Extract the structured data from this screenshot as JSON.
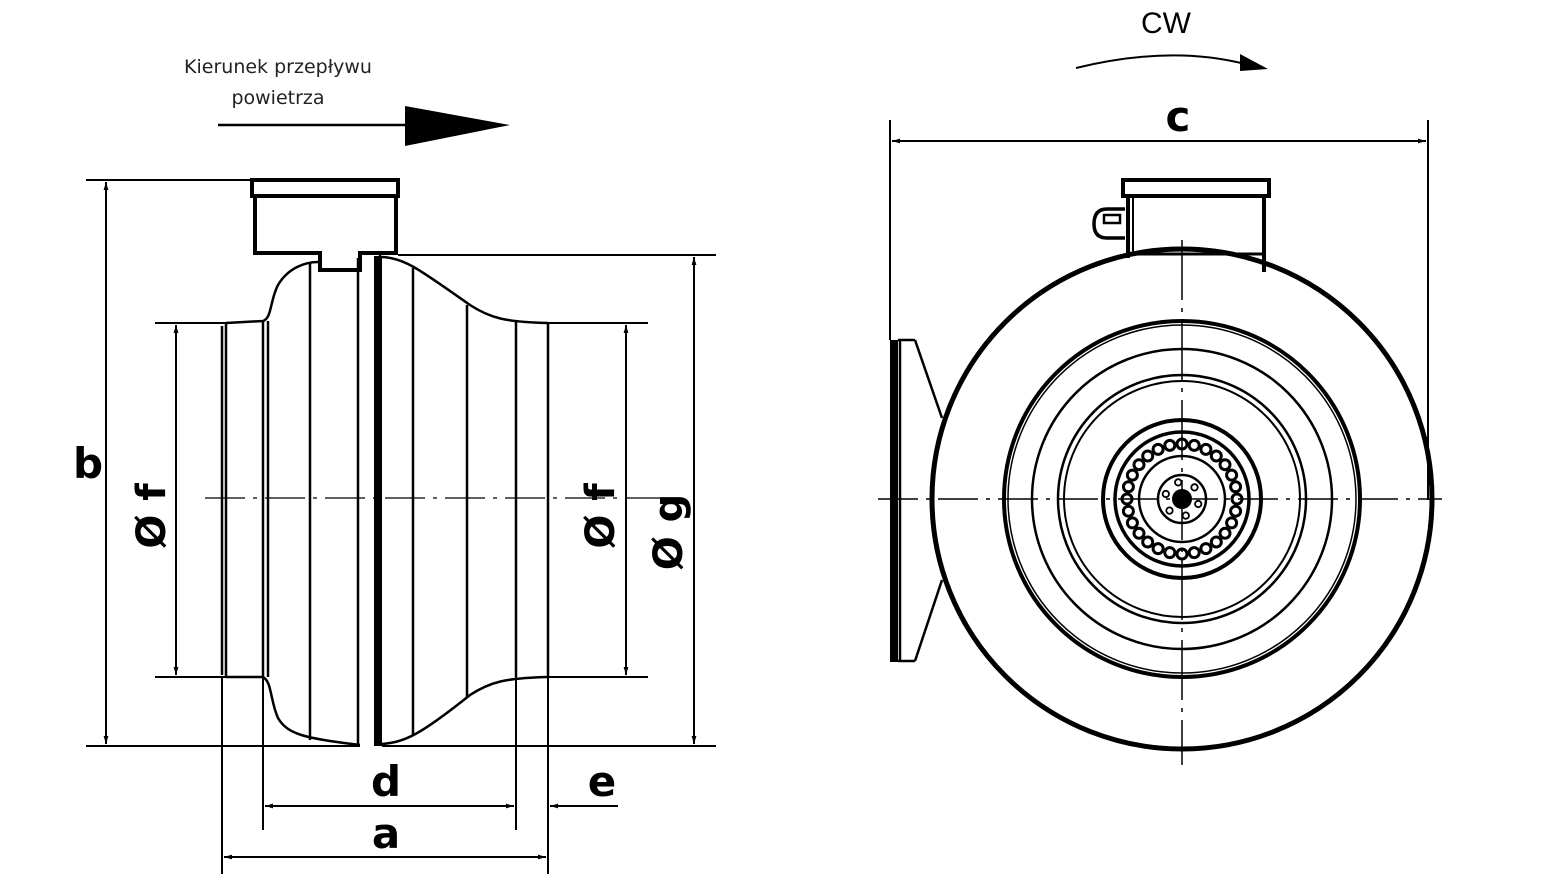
{
  "flow_direction": {
    "line1": "Kierunek przepływu",
    "line2": "powietrza"
  },
  "rotation": {
    "label": "CW"
  },
  "dimensions": {
    "a": "a",
    "b": "b",
    "c": "c",
    "d": "d",
    "e": "e",
    "f_left": "Ø f",
    "f_right": "Ø f",
    "g": "Ø g"
  },
  "colors": {
    "line": "#000000",
    "background": "#ffffff"
  }
}
